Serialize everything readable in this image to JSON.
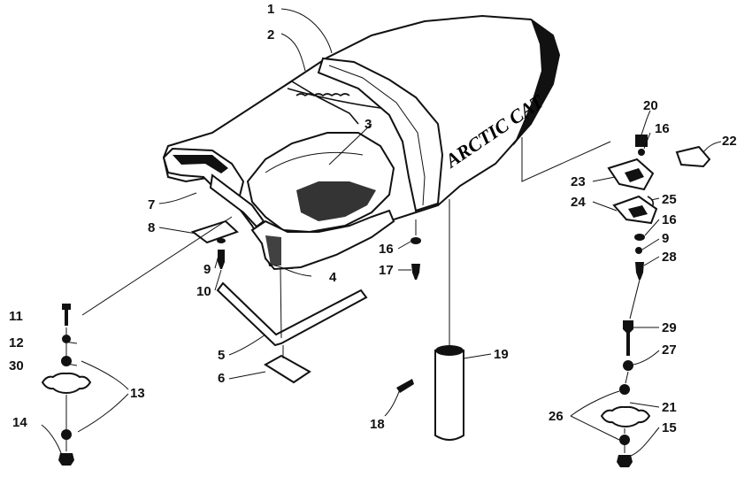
{
  "brand_text": "ARCTIC CAT",
  "colors": {
    "ink": "#111111",
    "paper": "#ffffff"
  },
  "callouts": [
    "1",
    "2",
    "3",
    "4",
    "5",
    "6",
    "7",
    "8",
    "9",
    "10",
    "11",
    "12",
    "30",
    "13",
    "14",
    "16",
    "17",
    "18",
    "19",
    "20",
    "16",
    "22",
    "23",
    "25",
    "24",
    "16",
    "9",
    "28",
    "29",
    "27",
    "21",
    "26",
    "15"
  ]
}
